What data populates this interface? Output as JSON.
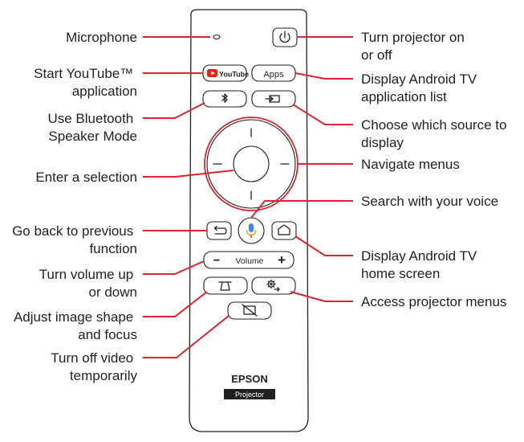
{
  "colors": {
    "callout_line": "#d7262d",
    "outline": "#231f20",
    "youtube_red": "#e62117",
    "mic_blue": "#4285f4",
    "mic_orange": "#f29900",
    "mic_red": "#ea4335"
  },
  "labels_left": {
    "microphone": [
      "Microphone"
    ],
    "youtube": [
      "Start YouTube™",
      "application"
    ],
    "bluetooth": [
      "Use Bluetooth",
      "Speaker Mode"
    ],
    "enter": [
      "Enter a selection"
    ],
    "back": [
      "Go back to previous",
      "function"
    ],
    "volume": [
      "Turn volume up",
      "or down"
    ],
    "image_shape": [
      "Adjust image shape",
      "and focus"
    ],
    "video_off": [
      "Turn off video",
      "temporarily"
    ]
  },
  "labels_right": {
    "power": [
      "Turn projector on",
      "or off"
    ],
    "apps": [
      "Display Android TV",
      "application list"
    ],
    "source": [
      "Choose which source to",
      "display"
    ],
    "navigate": [
      "Navigate menus"
    ],
    "voice": [
      "Search with your voice"
    ],
    "home": [
      "Display Android TV",
      "home screen"
    ],
    "settings": [
      "Access projector menus"
    ]
  },
  "remote": {
    "youtube_button": "YouTube",
    "apps_button": "Apps",
    "volume_button": "Volume",
    "volume_minus": "−",
    "volume_plus": "+",
    "brand": "EPSON",
    "model": "Projector"
  },
  "icons": [
    "microphone-hole-icon",
    "power-icon",
    "youtube-logo-icon",
    "bluetooth-icon",
    "source-input-icon",
    "dpad-icon",
    "back-arrow-icon",
    "voice-mic-icon",
    "home-icon",
    "keystone-icon",
    "settings-gear-icon",
    "av-mute-icon"
  ]
}
